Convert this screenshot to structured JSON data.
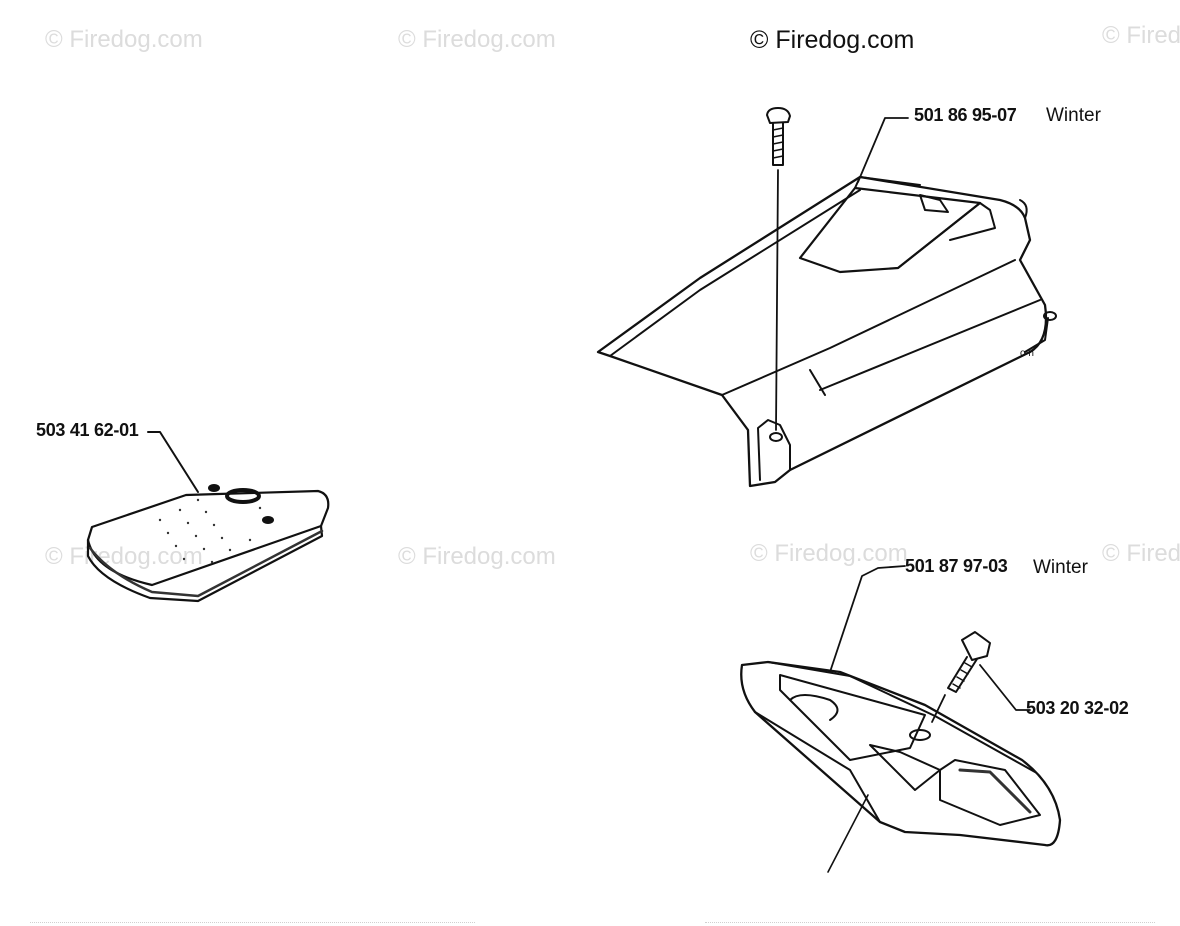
{
  "watermark": "© Firedog.com",
  "copyright": "© Firedog.com",
  "parts": {
    "air_filter": {
      "part_number": "503 41 62-01"
    },
    "cylinder_cover": {
      "part_number": "501 86 95-07",
      "note": "Winter"
    },
    "filter_cover": {
      "part_number": "501 87 97-03",
      "note": "Winter"
    },
    "screw": {
      "part_number": "503 20 32-02"
    }
  },
  "colors": {
    "line": "#111111",
    "watermark": "#dcdcdc"
  }
}
